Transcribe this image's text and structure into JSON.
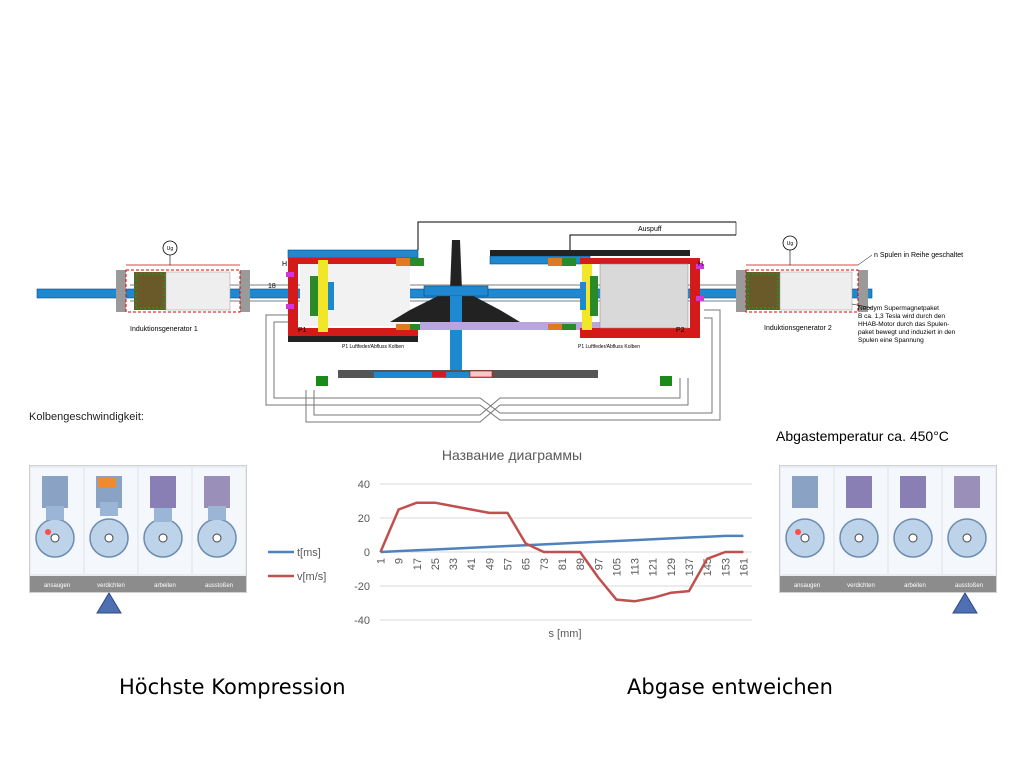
{
  "diagram": {
    "auspuff": "Auspuff",
    "label_18": "18",
    "label_h_left": "H",
    "label_h_right": "H",
    "label_p1": "P1",
    "label_p2": "P2",
    "gen1": "Induktionsgenerator 1",
    "gen2": "Induktionsgenerator 2",
    "gauge": "Ug",
    "spulen_note": "n Spulen in Reihe geschaltet",
    "neodym_note": [
      "Neodym Supermagnetpaket",
      "B ca. 1,3 Tesla wird durch den",
      "HHAB-Motor durch das Spulen-",
      "paket bewegt und induziert in den",
      "Spulen eine Spannung"
    ],
    "p1_note": "P1 Luftfeder/Abfluss Kolben",
    "p2_note": "P1 Luftfeder/Abfluss Kolben"
  },
  "kolben_label": "Kolbengeschwindigkeit:",
  "abgas_temp": "Abgastemperatur ca. 450°C",
  "engine_strip_left": {
    "labels": [
      "ansaugen",
      "verdichten",
      "arbeiten",
      "ausstoßen"
    ],
    "marker_index": 1
  },
  "engine_strip_right": {
    "labels": [
      "ansaugen",
      "verdichten",
      "arbeiten",
      "ausstoßen"
    ],
    "marker_index": 3
  },
  "caption_left": "Höchste Kompression",
  "caption_right": "Abgase entweichen",
  "colors": {
    "blue_series": "#4f81bd",
    "red_series": "#c0504d",
    "triangle": "#4f6fb3"
  },
  "chart_data": {
    "type": "line",
    "title": "Название диаграммы",
    "xlabel": "s [mm]",
    "ylabel": "",
    "ylim": [
      -40,
      40
    ],
    "yticks": [
      -40,
      -20,
      0,
      20,
      40
    ],
    "grid": true,
    "legend": "left",
    "categories": [
      "1",
      "9",
      "17",
      "25",
      "33",
      "41",
      "49",
      "57",
      "65",
      "73",
      "81",
      "89",
      "97",
      "105",
      "113",
      "121",
      "129",
      "137",
      "145",
      "153",
      "161"
    ],
    "series": [
      {
        "name": "t[ms]",
        "color": "#4f81bd",
        "values": [
          0,
          0.5,
          1,
          1.5,
          2,
          2.5,
          3,
          3.5,
          4,
          4.5,
          5,
          5.5,
          6,
          6.5,
          7,
          7.5,
          8,
          8.5,
          9,
          9.5,
          9.5
        ]
      },
      {
        "name": "v[m/s]",
        "color": "#c0504d",
        "values": [
          0,
          25,
          29,
          29,
          27,
          25,
          23,
          23,
          5,
          0,
          0,
          0,
          -15,
          -28,
          -29,
          -27,
          -24,
          -23,
          -4,
          0,
          0
        ]
      }
    ]
  }
}
